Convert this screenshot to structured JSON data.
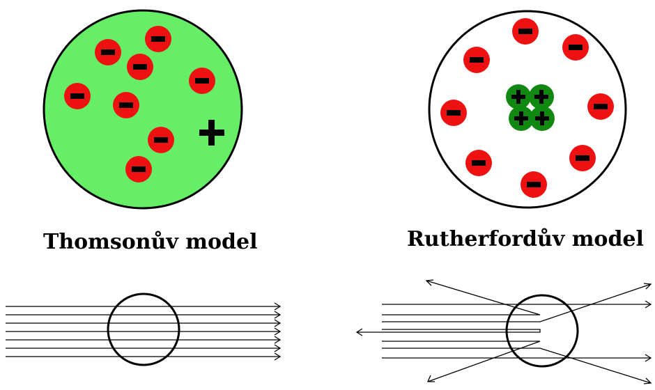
{
  "captions": {
    "thomson": "Thomsonův model",
    "rutherford": "Rutherfordův model"
  },
  "symbols": {
    "electron": "−",
    "proton": "+"
  },
  "thomson_model": {
    "electron_count": 8,
    "positive_charge_count": 1
  },
  "rutherford_model": {
    "electron_count": 8,
    "proton_count": 4
  },
  "colors": {
    "thomson_fill": "#66ee66",
    "electron": "#ee1111",
    "nucleus": "#118811",
    "outline": "#000000",
    "background": "#ffffff"
  }
}
